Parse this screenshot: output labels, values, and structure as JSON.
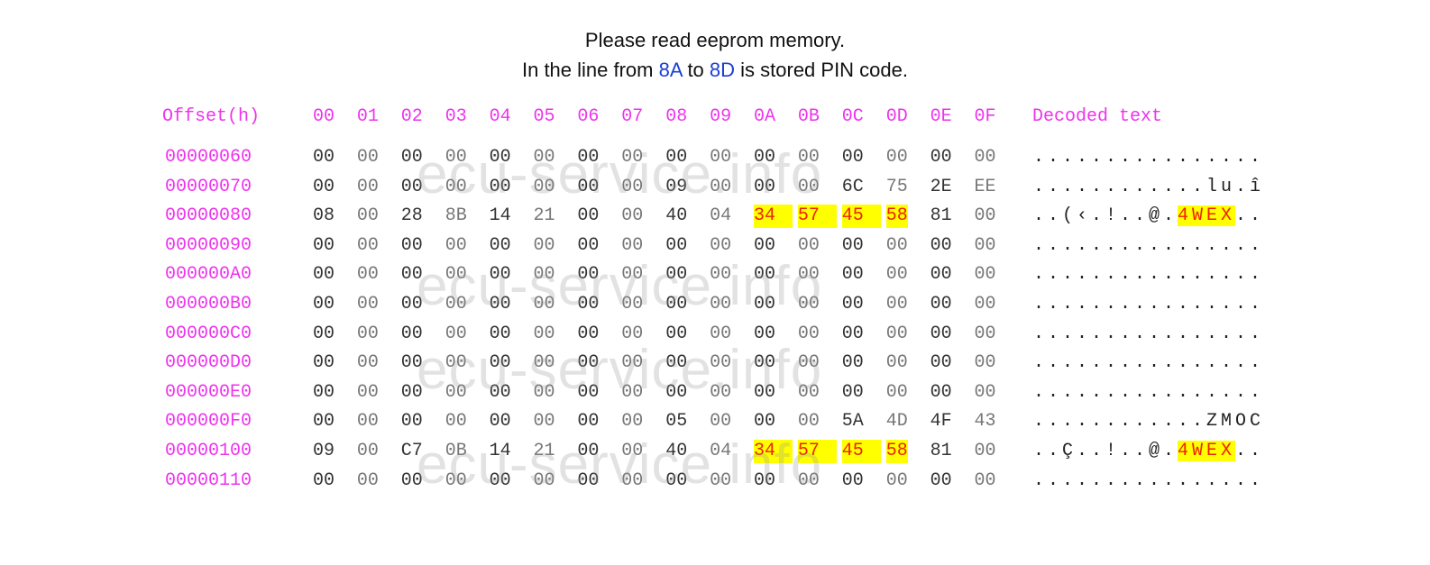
{
  "caption": {
    "line1": "Please read eeprom memory.",
    "line2_pre": "In the line from ",
    "line2_from": "8A",
    "line2_mid": " to ",
    "line2_to": "8D",
    "line2_post": " is stored PIN code."
  },
  "watermark": "ecu-service.info",
  "table": {
    "offset_header": "Offset(h)",
    "columns": [
      "00",
      "01",
      "02",
      "03",
      "04",
      "05",
      "06",
      "07",
      "08",
      "09",
      "0A",
      "0B",
      "0C",
      "0D",
      "0E",
      "0F"
    ],
    "decoded_header": "Decoded text",
    "highlight_columns": [
      10,
      11,
      12,
      13
    ],
    "rows": [
      {
        "offset": "00000060",
        "bytes": [
          "00",
          "00",
          "00",
          "00",
          "00",
          "00",
          "00",
          "00",
          "00",
          "00",
          "00",
          "00",
          "00",
          "00",
          "00",
          "00"
        ],
        "decoded": [
          "................",
          "",
          ""
        ],
        "highlight": false
      },
      {
        "offset": "00000070",
        "bytes": [
          "00",
          "00",
          "00",
          "00",
          "00",
          "00",
          "00",
          "00",
          "09",
          "00",
          "00",
          "00",
          "6C",
          "75",
          "2E",
          "EE"
        ],
        "decoded": [
          "............lu.î",
          "",
          ""
        ],
        "highlight": false
      },
      {
        "offset": "00000080",
        "bytes": [
          "08",
          "00",
          "28",
          "8B",
          "14",
          "21",
          "00",
          "00",
          "40",
          "04",
          "34",
          "57",
          "45",
          "58",
          "81",
          "00"
        ],
        "decoded": [
          "..(‹.!..@.",
          "4WEX",
          ".."
        ],
        "highlight": true
      },
      {
        "offset": "00000090",
        "bytes": [
          "00",
          "00",
          "00",
          "00",
          "00",
          "00",
          "00",
          "00",
          "00",
          "00",
          "00",
          "00",
          "00",
          "00",
          "00",
          "00"
        ],
        "decoded": [
          "................",
          "",
          ""
        ],
        "highlight": false
      },
      {
        "offset": "000000A0",
        "bytes": [
          "00",
          "00",
          "00",
          "00",
          "00",
          "00",
          "00",
          "00",
          "00",
          "00",
          "00",
          "00",
          "00",
          "00",
          "00",
          "00"
        ],
        "decoded": [
          "................",
          "",
          ""
        ],
        "highlight": false
      },
      {
        "offset": "000000B0",
        "bytes": [
          "00",
          "00",
          "00",
          "00",
          "00",
          "00",
          "00",
          "00",
          "00",
          "00",
          "00",
          "00",
          "00",
          "00",
          "00",
          "00"
        ],
        "decoded": [
          "................",
          "",
          ""
        ],
        "highlight": false
      },
      {
        "offset": "000000C0",
        "bytes": [
          "00",
          "00",
          "00",
          "00",
          "00",
          "00",
          "00",
          "00",
          "00",
          "00",
          "00",
          "00",
          "00",
          "00",
          "00",
          "00"
        ],
        "decoded": [
          "................",
          "",
          ""
        ],
        "highlight": false
      },
      {
        "offset": "000000D0",
        "bytes": [
          "00",
          "00",
          "00",
          "00",
          "00",
          "00",
          "00",
          "00",
          "00",
          "00",
          "00",
          "00",
          "00",
          "00",
          "00",
          "00"
        ],
        "decoded": [
          "................",
          "",
          ""
        ],
        "highlight": false
      },
      {
        "offset": "000000E0",
        "bytes": [
          "00",
          "00",
          "00",
          "00",
          "00",
          "00",
          "00",
          "00",
          "00",
          "00",
          "00",
          "00",
          "00",
          "00",
          "00",
          "00"
        ],
        "decoded": [
          "................",
          "",
          ""
        ],
        "highlight": false
      },
      {
        "offset": "000000F0",
        "bytes": [
          "00",
          "00",
          "00",
          "00",
          "00",
          "00",
          "00",
          "00",
          "05",
          "00",
          "00",
          "00",
          "5A",
          "4D",
          "4F",
          "43"
        ],
        "decoded": [
          "............ZMOC",
          "",
          ""
        ],
        "highlight": false
      },
      {
        "offset": "00000100",
        "bytes": [
          "09",
          "00",
          "C7",
          "0B",
          "14",
          "21",
          "00",
          "00",
          "40",
          "04",
          "34",
          "57",
          "45",
          "58",
          "81",
          "00"
        ],
        "decoded": [
          "..Ç..!..@.",
          "4WEX",
          ".."
        ],
        "highlight": true
      },
      {
        "offset": "00000110",
        "bytes": [
          "00",
          "00",
          "00",
          "00",
          "00",
          "00",
          "00",
          "00",
          "00",
          "00",
          "00",
          "00",
          "00",
          "00",
          "00",
          "00"
        ],
        "decoded": [
          "................",
          "",
          ""
        ],
        "highlight": false
      }
    ]
  }
}
